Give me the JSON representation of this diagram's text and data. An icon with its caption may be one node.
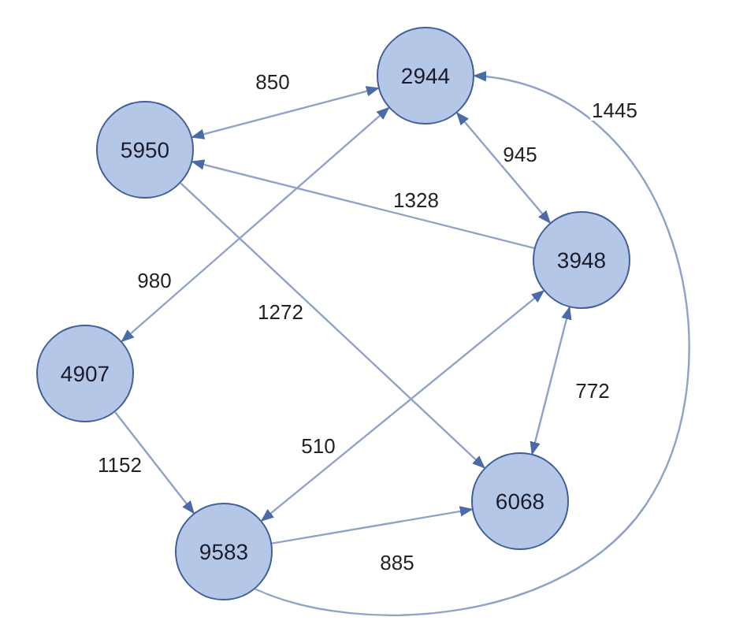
{
  "diagram": {
    "nodes": [
      {
        "text": [
          "2944"
        ]
      },
      {
        "text": [
          "5950"
        ]
      },
      {
        "text": [
          "3948"
        ]
      },
      {
        "text": [
          "4907"
        ]
      },
      {
        "text": [
          "6068"
        ]
      },
      {
        "text": [
          "9583"
        ]
      }
    ],
    "edges": [
      {
        "from": 0,
        "to": 1,
        "arrow": "both",
        "label": "850"
      },
      {
        "from": 0,
        "to": 2,
        "arrow": "both",
        "label": "945"
      },
      {
        "from": 2,
        "to": 1,
        "arrow": "to",
        "label": "1328"
      },
      {
        "from": 0,
        "to": 3,
        "arrow": "both",
        "label": "980"
      },
      {
        "from": 1,
        "to": 4,
        "arrow": "to",
        "label": "1272"
      },
      {
        "from": 2,
        "to": 5,
        "arrow": "both",
        "label": "510"
      },
      {
        "from": 2,
        "to": 4,
        "arrow": "both",
        "label": "772"
      },
      {
        "from": 3,
        "to": 5,
        "arrow": "to",
        "label": "1152"
      },
      {
        "from": 5,
        "to": 4,
        "arrow": "to",
        "label": "885"
      },
      {
        "from": 5,
        "to": 0,
        "arrow": "to",
        "label": "1445"
      }
    ]
  }
}
